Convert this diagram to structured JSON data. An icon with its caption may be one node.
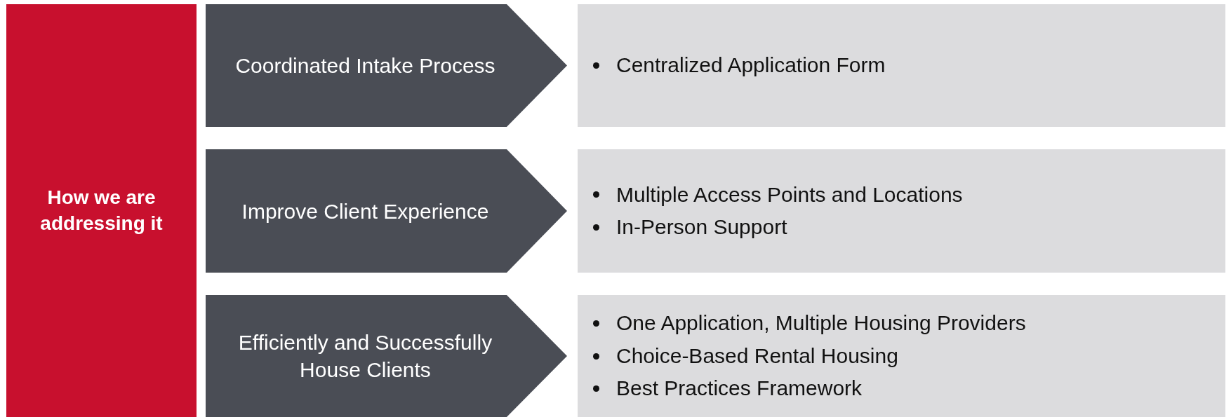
{
  "diagram": {
    "nodes": [
      {
        "text": [
          "How we are addressing it"
        ]
      },
      {
        "text": [
          "Coordinated Intake Process"
        ]
      },
      {
        "text": [
          "Improve Client Experience"
        ]
      },
      {
        "text": [
          "Efficiently and Successfully House Clients"
        ]
      },
      {
        "text": [
          "Centralized Application Form"
        ]
      },
      {
        "text": [
          "Multiple Access Points and Locations",
          "In-Person Support"
        ]
      },
      {
        "text": [
          "One Application, Multiple Housing Providers",
          "Choice-Based Rental Housing",
          "Best Practices Framework"
        ]
      }
    ]
  }
}
